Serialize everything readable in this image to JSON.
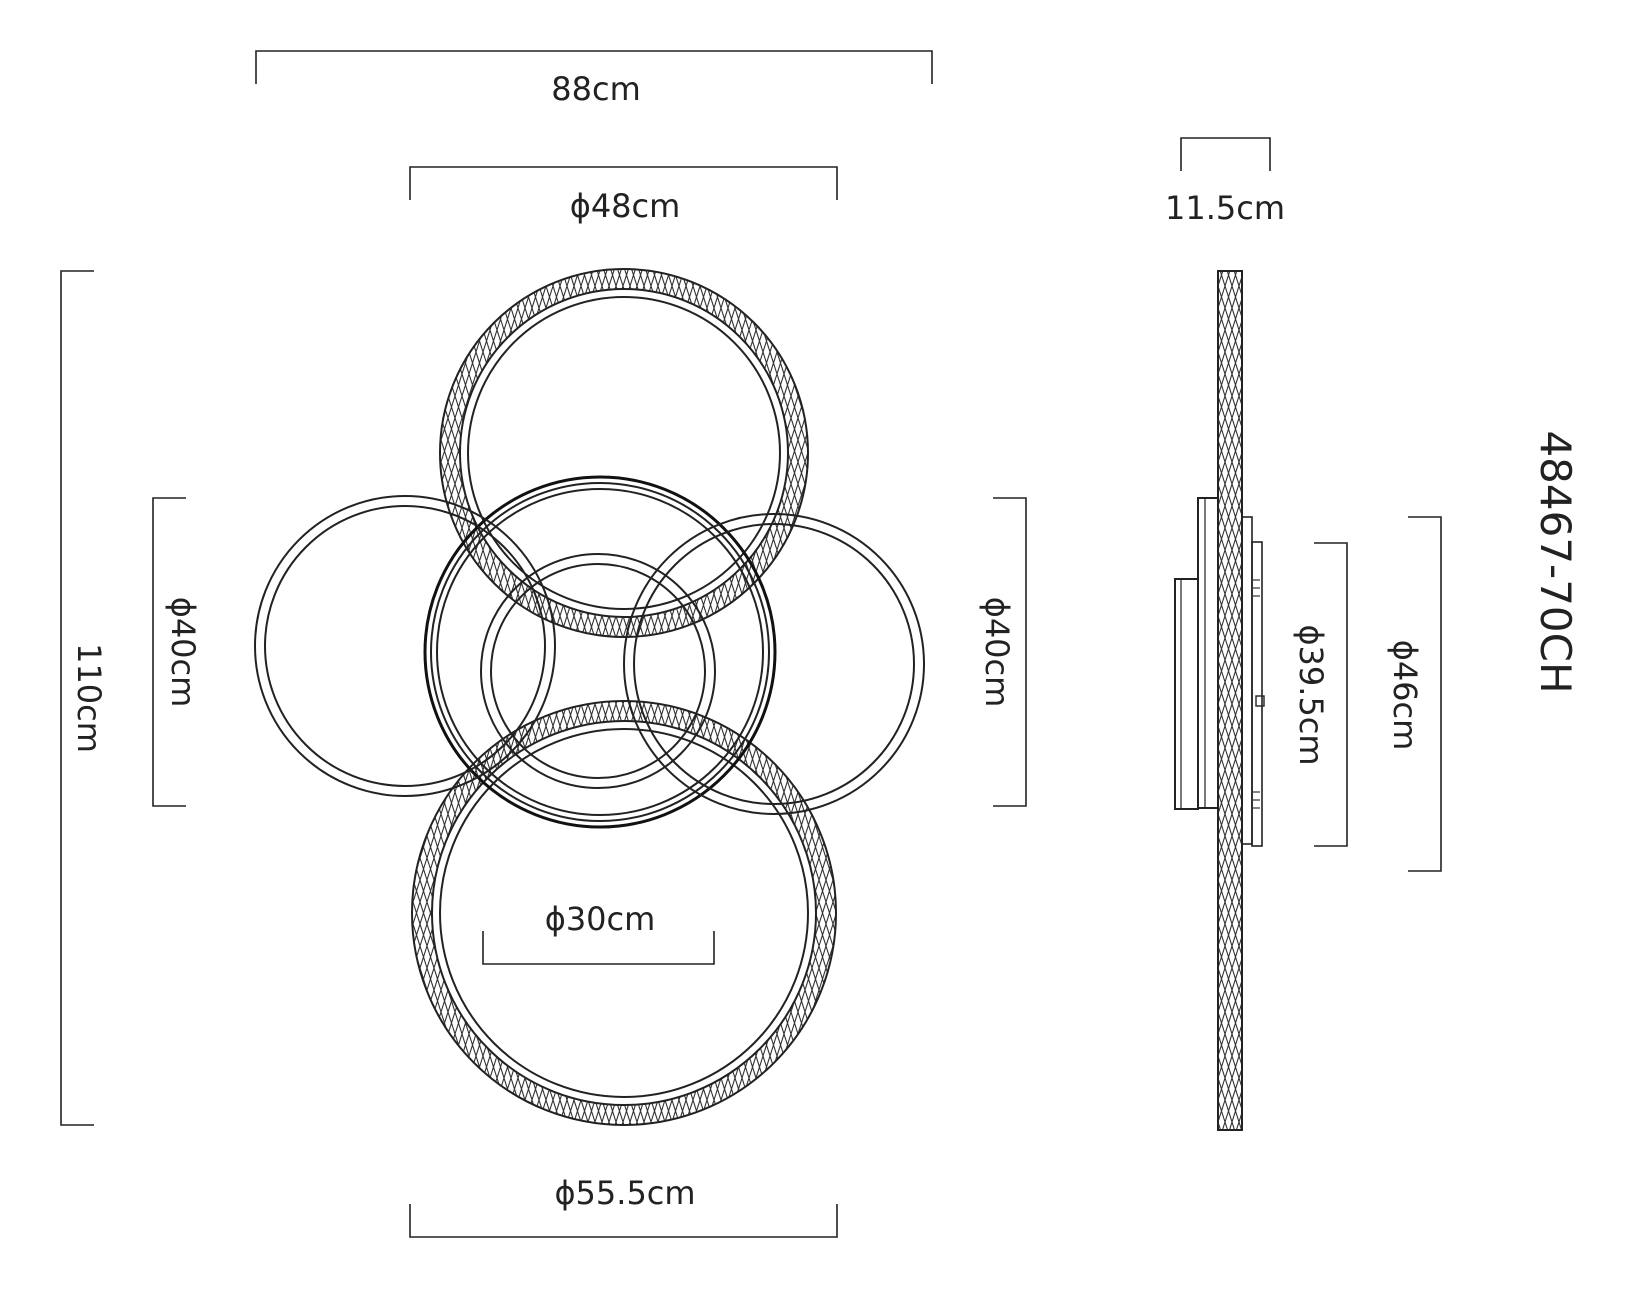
{
  "dimensions": {
    "total_width": "88cm",
    "top_ring_diameter": "ϕ48cm",
    "side_depth": "11.5cm",
    "total_height": "110cm",
    "left_ring_diameter": "ϕ40cm",
    "right_ring_diameter": "ϕ40cm",
    "center_ring_diameter": "ϕ30cm",
    "bottom_ring_diameter": "ϕ55.5cm",
    "side_inner_diameter": "ϕ39.5cm",
    "side_outer_diameter": "ϕ46cm"
  },
  "model_code": "48467-70CH"
}
